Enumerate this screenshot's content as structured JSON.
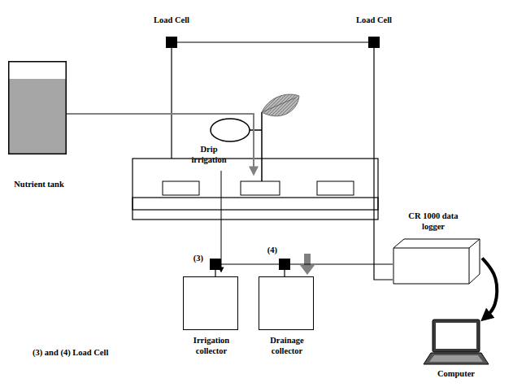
{
  "diagram": {
    "nodes": [
      {
        "text": [
          "Load Cell"
        ]
      },
      {
        "text": [
          "Load Cell"
        ]
      },
      {
        "text": [
          "Nutrient tank"
        ]
      },
      {
        "text": [
          "(3)"
        ]
      },
      {
        "text": [
          "(4)"
        ]
      },
      {
        "text": [
          "Irrigation collector"
        ]
      },
      {
        "text": [
          "Drainage collector"
        ]
      },
      {
        "text": [
          "CR 1000 data logger"
        ]
      },
      {
        "text": [
          "Computer"
        ]
      }
    ],
    "edges": [
      {
        "from": 0,
        "to": 1,
        "arrow": "none"
      },
      {
        "from": 3,
        "to": 4,
        "arrow": "none"
      },
      {
        "from": 4,
        "to": 7,
        "arrow": "none"
      },
      {
        "from": 3,
        "to": 5,
        "arrow": "none"
      },
      {
        "from": 4,
        "to": 6,
        "arrow": "none"
      },
      {
        "from": 1,
        "to": 7,
        "arrow": "none"
      },
      {
        "from": 7,
        "to": 8,
        "arrow": "to"
      }
    ],
    "labels": [
      "Drip irrigation",
      "(3) and (4) Load Cell"
    ]
  }
}
